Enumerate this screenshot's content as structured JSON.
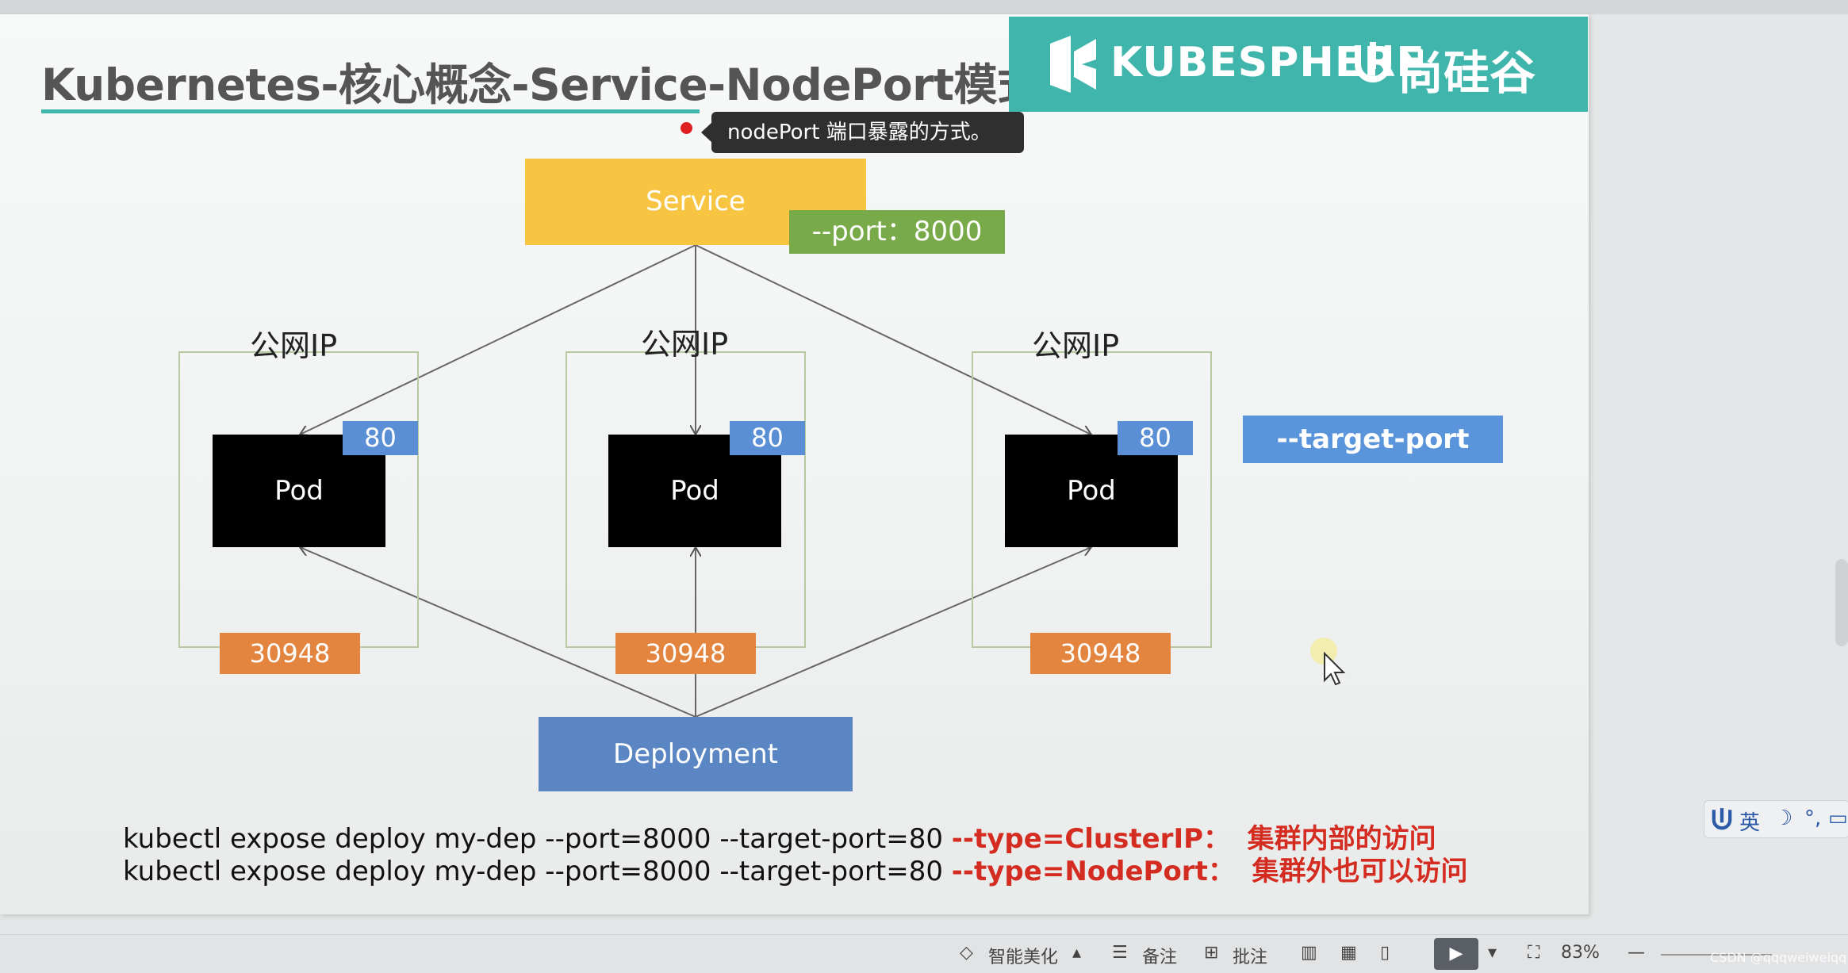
{
  "title": "Kubernetes-核心概念-Service-NodePort模式",
  "brand": {
    "kubesphere": "KUBESPHERE",
    "atguigu": "尚硅谷"
  },
  "tooltip": "nodePort  端口暴露的方式。",
  "diagram": {
    "service": "Service",
    "port_tag": "--port：8000",
    "nodes": [
      {
        "label": "公网IP",
        "pod": "Pod",
        "target_port": "80",
        "node_port": "30948"
      },
      {
        "label": "公网IP",
        "pod": "Pod",
        "target_port": "80",
        "node_port": "30948"
      },
      {
        "label": "公网IP",
        "pod": "Pod",
        "target_port": "80",
        "node_port": "30948"
      }
    ],
    "target_port_label": "--target-port",
    "deployment": "Deployment"
  },
  "commands": [
    {
      "text": "kubectl expose deploy my-dep --port=8000 --target-port=80 ",
      "type": "--type=ClusterIP：",
      "note": "集群内部的访问"
    },
    {
      "text": "kubectl expose deploy my-dep --port=8000 --target-port=80 ",
      "type": "--type=NodePort：",
      "note": "集群外也可以访问"
    }
  ],
  "ime": {
    "lang": "英"
  },
  "statusbar": {
    "beautify": "智能美化",
    "notes": "备注",
    "comment": "批注",
    "zoom": "83%",
    "csdn": "CSDN @qqqweiweiqq"
  },
  "colors": {
    "teal": "#3fb5ab",
    "service": "#f7c542",
    "port": "#79aa4a",
    "pod_port": "#5a8fd6",
    "node_port": "#e3853e",
    "deployment": "#5a86c4",
    "emphasis": "#d42c21"
  }
}
